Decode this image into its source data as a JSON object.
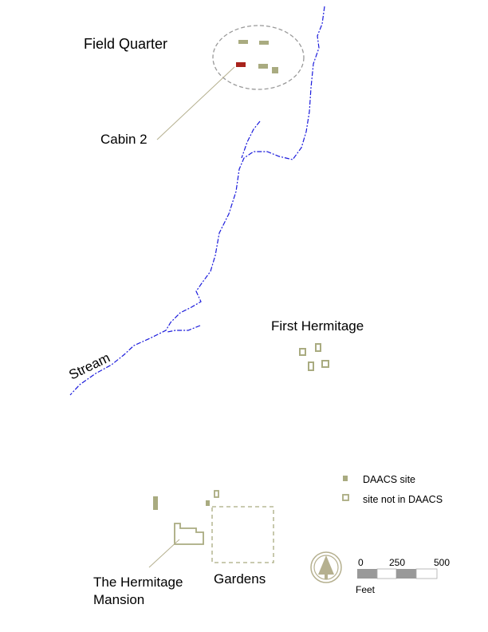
{
  "labels": {
    "field_quarter": "Field Quarter",
    "cabin2": "Cabin 2",
    "first_hermitage": "First Hermitage",
    "stream": "Stream",
    "mansion_line1": "The Hermitage",
    "mansion_line2": "Mansion",
    "gardens": "Gardens"
  },
  "legend": {
    "daacs_site": "DAACS site",
    "not_daacs": "site not in DAACS"
  },
  "scale": {
    "ticks": [
      "0",
      "250",
      "500"
    ],
    "unit": "Feet"
  },
  "colors": {
    "site_fill": "#a9ab80",
    "site_stroke": "#a9ab80",
    "highlight": "#a8231c",
    "stream": "#1a1adc",
    "boundary": "#999999",
    "leader": "#b5b08f"
  }
}
